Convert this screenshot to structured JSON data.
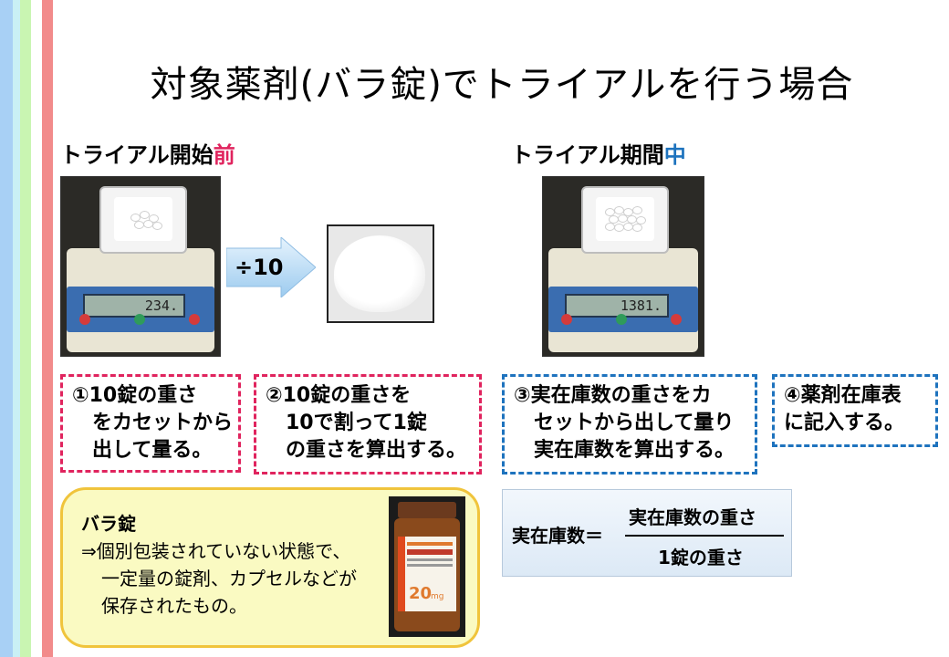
{
  "title": "対象薬剤(バラ錠)でトライアルを行う場合",
  "before": {
    "prefix": "トライアル開始",
    "accent": "前",
    "scale_display": "234."
  },
  "during": {
    "prefix": "トライアル期間",
    "accent": "中",
    "scale_display": "1381."
  },
  "arrow_label": "÷10",
  "steps": {
    "step1": [
      "①10錠の重さ",
      "をカセットから",
      "出して量る。"
    ],
    "step2": [
      "②10錠の重さを",
      "10で割って1錠",
      "の重さを算出する。"
    ],
    "step3": [
      "③実在庫数の重さをカ",
      "セットから出して量り",
      "実在庫数を算出する。"
    ],
    "step4": [
      "④薬剤在庫表",
      "に記入する。"
    ]
  },
  "definition": {
    "heading": "バラ錠",
    "lines": [
      "⇒個別包装されていない状態で、",
      "一定量の錠剤、カプセルなどが",
      "保存されたもの。"
    ]
  },
  "bottle": {
    "label_dose": "20",
    "label_unit": "mg"
  },
  "formula": {
    "lhs": "実在庫数＝",
    "numerator": "実在庫数の重さ",
    "denominator": "1錠の重さ"
  },
  "colors": {
    "accent_red": "#e0245e",
    "accent_blue": "#1e73be",
    "note_bg": "#fafac2",
    "note_border": "#f0c43c"
  }
}
